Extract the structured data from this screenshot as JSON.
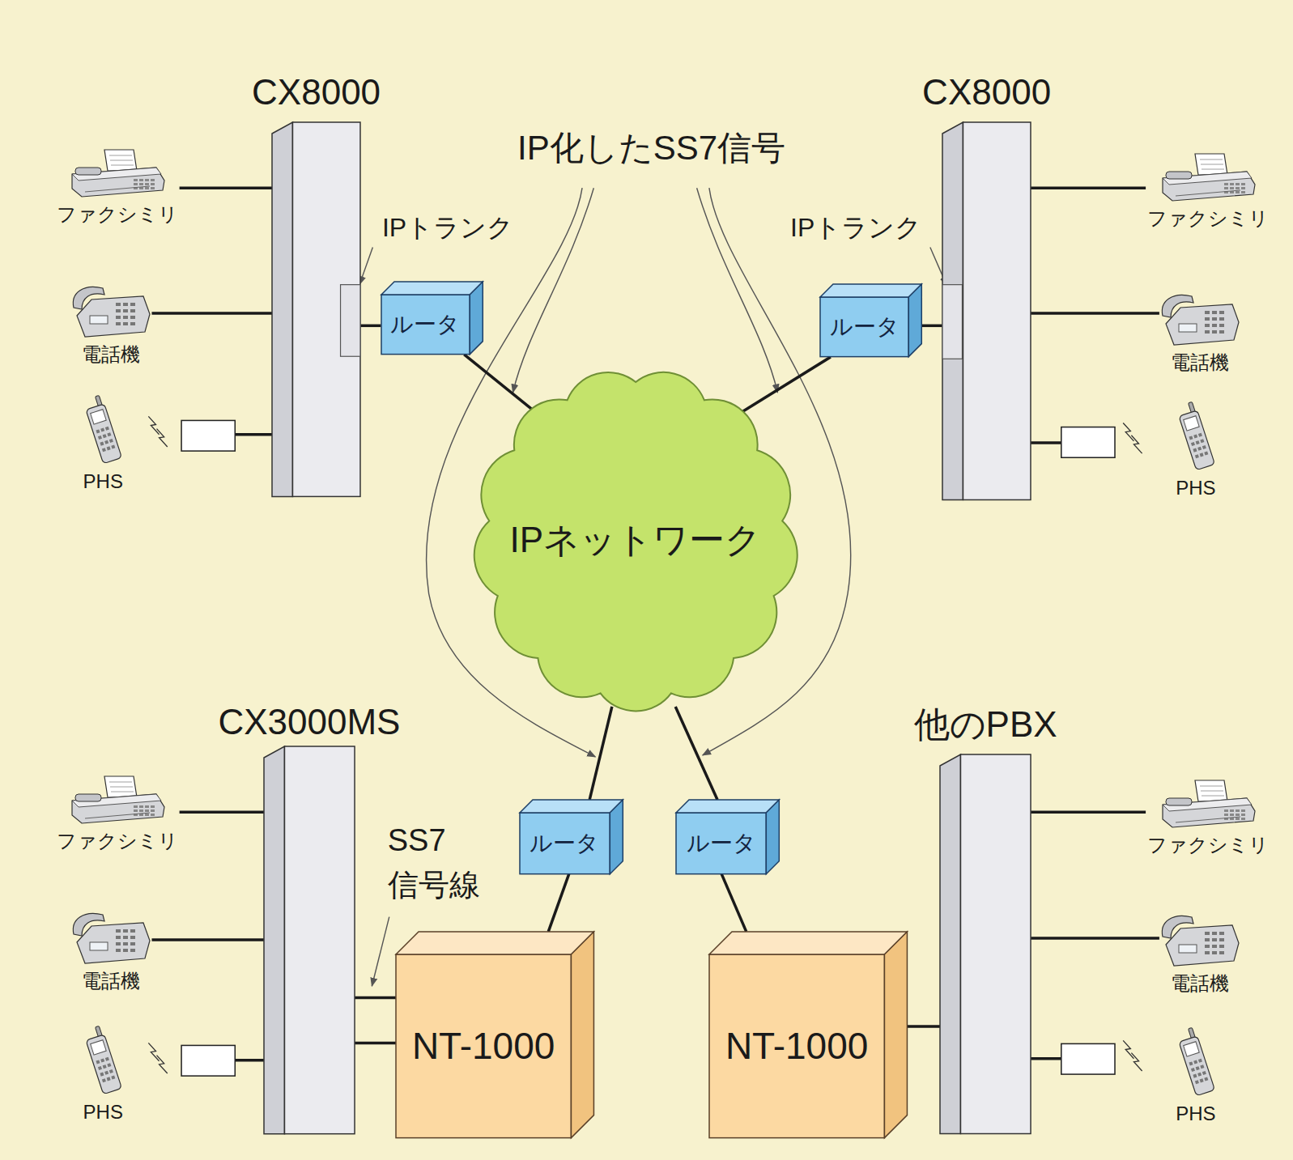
{
  "diagram": {
    "nodes": [
      {
        "text": [
          "CX8000"
        ]
      },
      {
        "text": [
          "ファクシミリ"
        ]
      },
      {
        "text": [
          "電話機"
        ]
      },
      {
        "text": [
          "PHS"
        ]
      },
      {
        "text": [
          "ルータ"
        ]
      },
      {
        "text": [
          "CX8000"
        ]
      },
      {
        "text": [
          "ルータ"
        ]
      },
      {
        "text": [
          "ファクシミリ"
        ]
      },
      {
        "text": [
          "電話機"
        ]
      },
      {
        "text": [
          "PHS"
        ]
      },
      {
        "text": [
          "IPネットワーク"
        ]
      },
      {
        "text": [
          "CX3000MS"
        ]
      },
      {
        "text": [
          "ファクシミリ"
        ]
      },
      {
        "text": [
          "電話機"
        ]
      },
      {
        "text": [
          "PHS"
        ]
      },
      {
        "text": [
          "ルータ"
        ]
      },
      {
        "text": [
          "NT-1000"
        ]
      },
      {
        "text": [
          "ルータ"
        ]
      },
      {
        "text": [
          "NT-1000"
        ]
      },
      {
        "text": [
          "他のPBX"
        ]
      },
      {
        "text": [
          "ファクシミリ"
        ]
      },
      {
        "text": [
          "電話機"
        ]
      },
      {
        "text": [
          "PHS"
        ]
      }
    ],
    "edges": [
      {
        "from": 1,
        "to": 0,
        "arrow": "none"
      },
      {
        "from": 2,
        "to": 0,
        "arrow": "none"
      },
      {
        "from": 4,
        "to": 0,
        "arrow": "none"
      },
      {
        "from": 4,
        "to": 10,
        "arrow": "none"
      },
      {
        "from": 6,
        "to": 5,
        "arrow": "none"
      },
      {
        "from": 7,
        "to": 5,
        "arrow": "none"
      },
      {
        "from": 8,
        "to": 5,
        "arrow": "none"
      },
      {
        "from": 6,
        "to": 10,
        "arrow": "none"
      },
      {
        "from": 10,
        "to": 15,
        "arrow": "none"
      },
      {
        "from": 10,
        "to": 17,
        "arrow": "none"
      },
      {
        "from": 12,
        "to": 11,
        "arrow": "none"
      },
      {
        "from": 13,
        "to": 11,
        "arrow": "none"
      },
      {
        "from": 11,
        "to": 16,
        "arrow": "none"
      },
      {
        "from": 11,
        "to": 16,
        "arrow": "none"
      },
      {
        "from": 15,
        "to": 16,
        "arrow": "none"
      },
      {
        "from": 17,
        "to": 18,
        "arrow": "none"
      },
      {
        "from": 18,
        "to": 19,
        "arrow": "none"
      },
      {
        "from": 20,
        "to": 19,
        "arrow": "none"
      },
      {
        "from": 21,
        "to": 19,
        "arrow": "none"
      }
    ],
    "labels": [
      "IP化したSS7信号",
      "IPトランク",
      "IPトランク",
      "SS7 信号線"
    ]
  }
}
